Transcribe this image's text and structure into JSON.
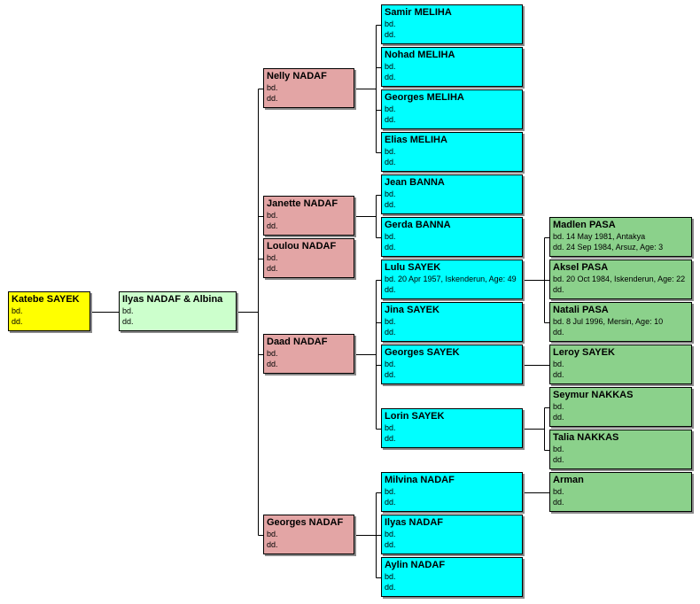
{
  "colors": {
    "root": "#ffff00",
    "couple": "#ccffcc",
    "child": "#e3a5a5",
    "grandchild": "#00ffff",
    "great_grandchild": "#8bd18b",
    "line": "#000000"
  },
  "people": {
    "katebe": {
      "name": "Katebe SAYEK",
      "born": "bd.",
      "died": "dd."
    },
    "ilyas_albina": {
      "name": "Ilyas NADAF & Albina",
      "born": "bd.",
      "died": "dd."
    },
    "nelly": {
      "name": "Nelly NADAF",
      "born": "bd.",
      "died": "dd."
    },
    "janette": {
      "name": "Janette NADAF",
      "born": "bd.",
      "died": "dd."
    },
    "loulou": {
      "name": "Loulou NADAF",
      "born": "bd.",
      "died": "dd."
    },
    "daad": {
      "name": "Daad NADAF",
      "born": "bd.",
      "died": "dd."
    },
    "georges_nadaf": {
      "name": "Georges NADAF",
      "born": "bd.",
      "died": "dd."
    },
    "samir": {
      "name": "Samir MELIHA",
      "born": "bd.",
      "died": "dd."
    },
    "nohad": {
      "name": "Nohad MELIHA",
      "born": "bd.",
      "died": "dd."
    },
    "georges_meliha": {
      "name": "Georges MELIHA",
      "born": "bd.",
      "died": "dd."
    },
    "elias": {
      "name": "Elias MELIHA",
      "born": "bd.",
      "died": "dd."
    },
    "jean": {
      "name": "Jean BANNA",
      "born": "bd.",
      "died": "dd."
    },
    "gerda": {
      "name": "Gerda BANNA",
      "born": "bd.",
      "died": "dd."
    },
    "lulu": {
      "name": "Lulu SAYEK",
      "born": "bd. 20 Apr 1957, Iskenderun, Age: 49",
      "died": "dd."
    },
    "jina": {
      "name": "Jina SAYEK",
      "born": "bd.",
      "died": "dd."
    },
    "georges_sayek": {
      "name": "Georges SAYEK",
      "born": "bd.",
      "died": "dd."
    },
    "lorin": {
      "name": "Lorin SAYEK",
      "born": "bd.",
      "died": "dd."
    },
    "milvina": {
      "name": "Milvina NADAF",
      "born": "bd.",
      "died": "dd."
    },
    "ilyas_jr": {
      "name": "Ilyas NADAF",
      "born": "bd.",
      "died": "dd."
    },
    "aylin": {
      "name": "Aylin NADAF",
      "born": "bd.",
      "died": "dd."
    },
    "madlen": {
      "name": "Madlen PASA",
      "born": "bd. 14 May 1981, Antakya",
      "died": "dd. 24 Sep 1984, Arsuz, Age: 3"
    },
    "aksel": {
      "name": "Aksel PASA",
      "born": "bd. 20 Oct 1984, Iskenderun, Age: 22",
      "died": "dd."
    },
    "natali": {
      "name": "Natali PASA",
      "born": "bd. 8 Jul 1996, Mersin, Age: 10",
      "died": "dd."
    },
    "leroy": {
      "name": "Leroy SAYEK",
      "born": "bd.",
      "died": "dd."
    },
    "seymur": {
      "name": "Seymur NAKKAS",
      "born": "bd.",
      "died": "dd."
    },
    "talia": {
      "name": "Talia NAKKAS",
      "born": "bd.",
      "died": "dd."
    },
    "arman": {
      "name": "Arman",
      "born": "bd.",
      "died": "dd."
    }
  }
}
